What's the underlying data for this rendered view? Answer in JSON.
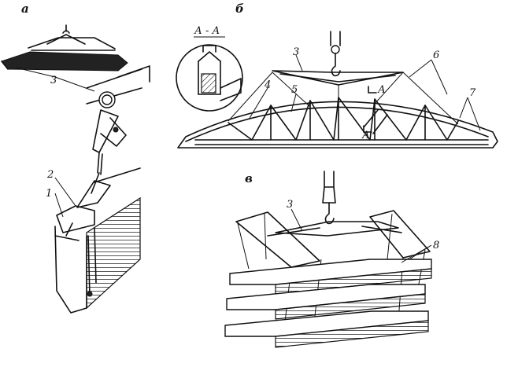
{
  "panels": [
    {
      "id": "a",
      "heading": "а"
    },
    {
      "id": "b",
      "heading": "б"
    },
    {
      "id": "v",
      "heading": "в"
    }
  ],
  "section_label": "А - А",
  "section_arrow_label": "А",
  "callouts": {
    "a": [
      "3",
      "2",
      "1"
    ],
    "b": [
      "3",
      "4",
      "5",
      "6",
      "7"
    ],
    "v": [
      "3",
      "8"
    ]
  }
}
